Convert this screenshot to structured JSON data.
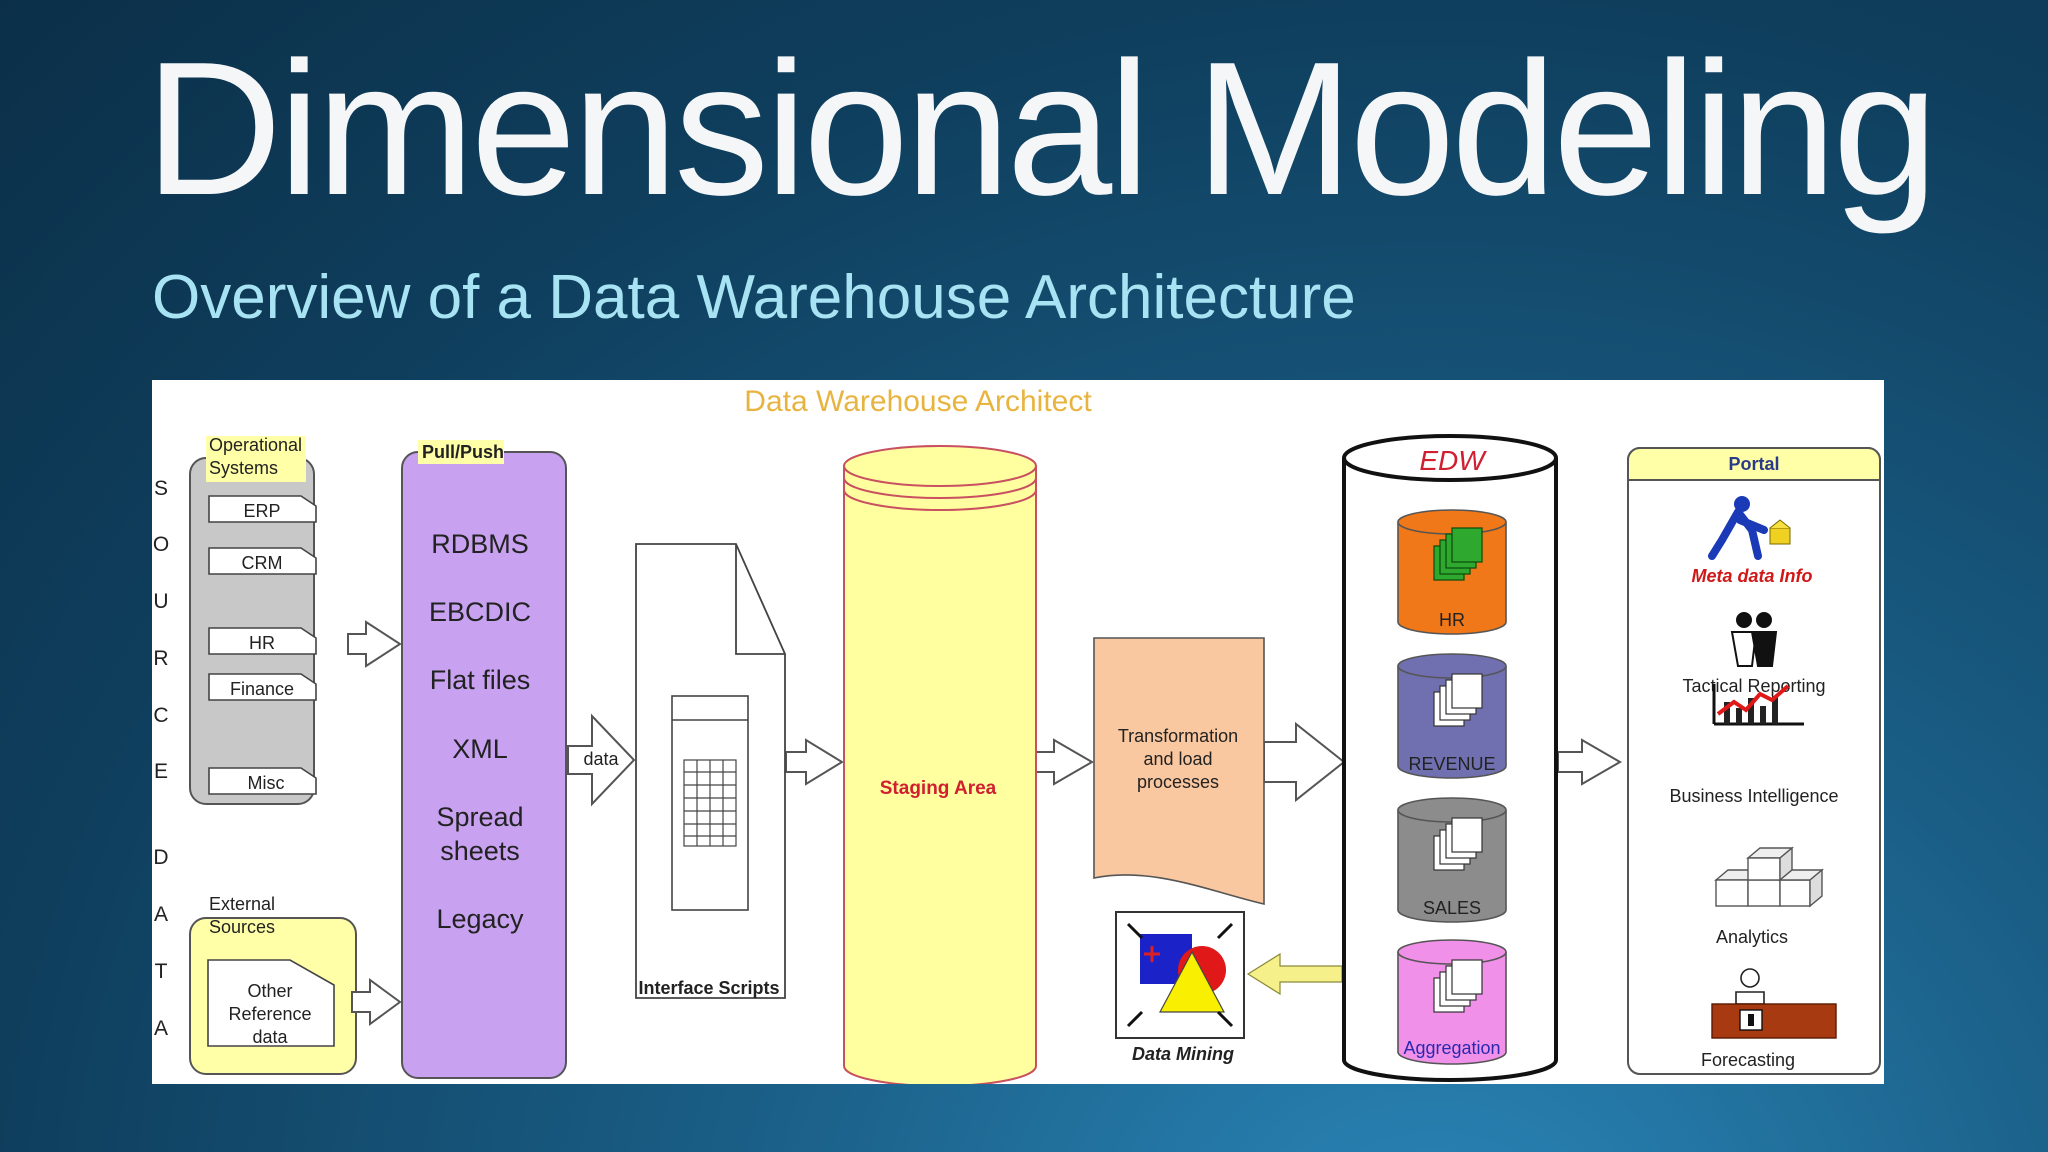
{
  "slide": {
    "title": "Dimensional Modeling",
    "subtitle": "Overview of a Data Warehouse Architecture"
  },
  "diagram": {
    "title": "Data Warehouse Architect",
    "source_letters": [
      "S",
      "O",
      "U",
      "R",
      "C",
      "E",
      "D",
      "A",
      "T",
      "A"
    ],
    "operational": {
      "label_line1": "Operational",
      "label_line2": "Systems",
      "items": [
        "ERP",
        "CRM",
        "HR",
        "Finance",
        "Misc"
      ]
    },
    "external": {
      "label_line1": "External",
      "label_line2": "Sources",
      "doc_line1": "Other",
      "doc_line2": "Reference",
      "doc_line3": "data"
    },
    "pullpush": {
      "label": "Pull/Push",
      "items": [
        "RDBMS",
        "EBCDIC",
        "Flat files",
        "XML",
        "Spread",
        "sheets",
        "Legacy"
      ]
    },
    "data_arrow_label": "data",
    "interface_scripts_label": "Interface Scripts",
    "staging_label": "Staging Area",
    "transformation": {
      "line1": "Transformation",
      "line2": "and load",
      "line3": "processes"
    },
    "data_mining_label": "Data Mining",
    "edw": {
      "label": "EDW",
      "cylinders": [
        "HR",
        "REVENUE",
        "SALES",
        "Aggregation"
      ]
    },
    "portal": {
      "label": "Portal",
      "items": [
        "Meta data Info",
        "Tactical Reporting",
        "Business Intelligence",
        "Analytics",
        "Forecasting"
      ]
    },
    "colors": {
      "title": "#e8b440",
      "operational_fill": "#c8c8c8",
      "external_fill": "#ffffa8",
      "pullpush_fill": "#c8a2f0",
      "staging_fill": "#ffffa0",
      "staging_text": "#d02030",
      "transform_fill": "#fac8a0",
      "edw_label": "#d02030",
      "cyl_hr": "#f07818",
      "cyl_revenue": "#7070b0",
      "cyl_sales": "#8c8c8c",
      "cyl_aggregation": "#f090e8",
      "portal_header": "#ffffa8",
      "meta_text": "#d01818"
    }
  }
}
